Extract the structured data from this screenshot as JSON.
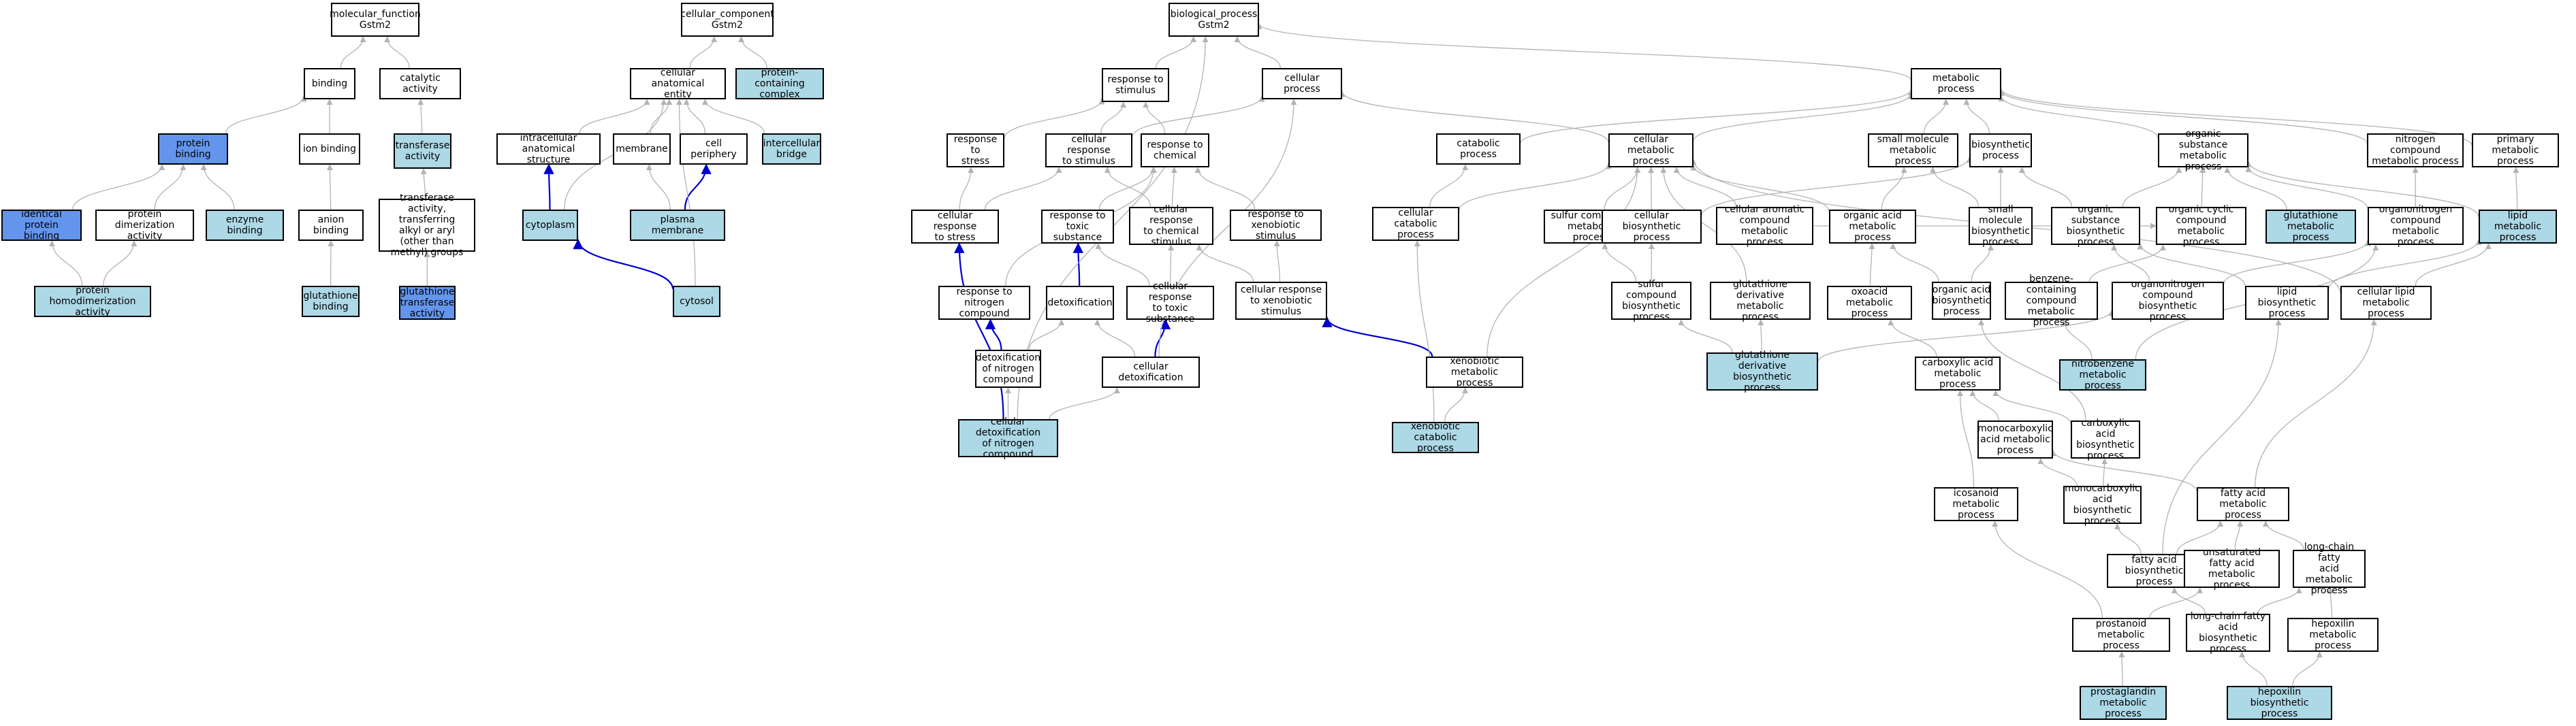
{
  "colors": {
    "plain": "#ffffff",
    "annotated": "#add8e6",
    "direct": "#6495ed",
    "edge_gray": "#b3b3b3",
    "edge_blue": "#0000cd",
    "border": "#000000"
  },
  "nodes": [
    {
      "id": "mf",
      "label": "molecular_function\nGstm2",
      "fill": "plain"
    },
    {
      "id": "binding",
      "label": "binding",
      "fill": "plain"
    },
    {
      "id": "catalytic",
      "label": "catalytic activity",
      "fill": "plain"
    },
    {
      "id": "protbind",
      "label": "protein binding",
      "fill": "direct"
    },
    {
      "id": "ionbind",
      "label": "ion binding",
      "fill": "plain"
    },
    {
      "id": "transferase",
      "label": "transferase\nactivity",
      "fill": "annotated"
    },
    {
      "id": "identical",
      "label": "identical protein\nbinding",
      "fill": "direct"
    },
    {
      "id": "protdimer",
      "label": "protein dimerization\nactivity",
      "fill": "plain"
    },
    {
      "id": "enzymebind",
      "label": "enzyme binding",
      "fill": "annotated"
    },
    {
      "id": "anionbind",
      "label": "anion binding",
      "fill": "plain"
    },
    {
      "id": "transalkyl",
      "label": "transferase\nactivity, transferring\nalkyl or aryl\n(other than\nmethyl) groups",
      "fill": "plain"
    },
    {
      "id": "homodimer",
      "label": "protein homodimerization\nactivity",
      "fill": "annotated"
    },
    {
      "id": "glutbind",
      "label": "glutathione\nbinding",
      "fill": "annotated"
    },
    {
      "id": "gst",
      "label": "glutathione\ntransferase\nactivity",
      "fill": "direct"
    },
    {
      "id": "cc",
      "label": "cellular_component\nGstm2",
      "fill": "plain"
    },
    {
      "id": "cae",
      "label": "cellular anatomical\nentity",
      "fill": "plain"
    },
    {
      "id": "protcomplex",
      "label": "protein-containing\ncomplex",
      "fill": "annotated"
    },
    {
      "id": "intracellular",
      "label": "intracellular\nanatomical structure",
      "fill": "plain"
    },
    {
      "id": "membrane",
      "label": "membrane",
      "fill": "plain"
    },
    {
      "id": "periphery",
      "label": "cell periphery",
      "fill": "plain"
    },
    {
      "id": "bridge",
      "label": "intercellular\nbridge",
      "fill": "annotated"
    },
    {
      "id": "cytoplasm",
      "label": "cytoplasm",
      "fill": "annotated"
    },
    {
      "id": "plasmamem",
      "label": "plasma membrane",
      "fill": "annotated"
    },
    {
      "id": "cytosol",
      "label": "cytosol",
      "fill": "annotated"
    },
    {
      "id": "bp",
      "label": "biological_process\nGstm2",
      "fill": "plain"
    },
    {
      "id": "respstim",
      "label": "response to\nstimulus",
      "fill": "plain"
    },
    {
      "id": "cellproc",
      "label": "cellular process",
      "fill": "plain"
    },
    {
      "id": "metab",
      "label": "metabolic process",
      "fill": "plain"
    },
    {
      "id": "respstress",
      "label": "response to\nstress",
      "fill": "plain"
    },
    {
      "id": "cellrespstim",
      "label": "cellular response\nto stimulus",
      "fill": "plain"
    },
    {
      "id": "respchem",
      "label": "response to\nchemical",
      "fill": "plain"
    },
    {
      "id": "catabolic",
      "label": "catabolic process",
      "fill": "plain"
    },
    {
      "id": "cellmetab",
      "label": "cellular metabolic\nprocess",
      "fill": "plain"
    },
    {
      "id": "smallmol",
      "label": "small molecule\nmetabolic process",
      "fill": "plain"
    },
    {
      "id": "biosynth",
      "label": "biosynthetic\nprocess",
      "fill": "plain"
    },
    {
      "id": "orgsubst",
      "label": "organic substance\nmetabolic process",
      "fill": "plain"
    },
    {
      "id": "nitrogencomp",
      "label": "nitrogen compound\nmetabolic process",
      "fill": "plain"
    },
    {
      "id": "primary",
      "label": "primary metabolic\nprocess",
      "fill": "plain"
    },
    {
      "id": "cellrespstress",
      "label": "cellular response\nto stress",
      "fill": "plain"
    },
    {
      "id": "resptoxic",
      "label": "response to\ntoxic substance",
      "fill": "plain"
    },
    {
      "id": "cellrespchem",
      "label": "cellular response\nto chemical\nstimulus",
      "fill": "plain"
    },
    {
      "id": "respxeno",
      "label": "response to\nxenobiotic stimulus",
      "fill": "plain"
    },
    {
      "id": "cellcatab",
      "label": "cellular catabolic\nprocess",
      "fill": "plain"
    },
    {
      "id": "sulfurmetab",
      "label": "sulfur compound\nmetabolic process",
      "fill": "plain"
    },
    {
      "id": "cellbiosynth",
      "label": "cellular biosynthetic\nprocess",
      "fill": "plain"
    },
    {
      "id": "cellaromatic",
      "label": "cellular aromatic\ncompound metabolic\nprocess",
      "fill": "plain"
    },
    {
      "id": "orgacid",
      "label": "organic acid\nmetabolic process",
      "fill": "plain"
    },
    {
      "id": "smallmolbio",
      "label": "small molecule\nbiosynthetic\nprocess",
      "fill": "plain"
    },
    {
      "id": "orgsubstbio",
      "label": "organic substance\nbiosynthetic\nprocess",
      "fill": "plain"
    },
    {
      "id": "orgcyclic",
      "label": "organic cyclic\ncompound metabolic\nprocess",
      "fill": "plain"
    },
    {
      "id": "glutmetab",
      "label": "glutathione\nmetabolic process",
      "fill": "annotated"
    },
    {
      "id": "organonitro",
      "label": "organonitrogen\ncompound metabolic\nprocess",
      "fill": "plain"
    },
    {
      "id": "lipidmetab",
      "label": "lipid metabolic\nprocess",
      "fill": "annotated"
    },
    {
      "id": "respnitro",
      "label": "response to\nnitrogen compound",
      "fill": "plain"
    },
    {
      "id": "detox",
      "label": "detoxification",
      "fill": "plain"
    },
    {
      "id": "cellresptoxic",
      "label": "cellular response\nto toxic substance",
      "fill": "plain"
    },
    {
      "id": "cellrespxeno",
      "label": "cellular response\nto xenobiotic\nstimulus",
      "fill": "plain"
    },
    {
      "id": "sulfurbio",
      "label": "sulfur compound\nbiosynthetic\nprocess",
      "fill": "plain"
    },
    {
      "id": "glutderivmetab",
      "label": "glutathione\nderivative metabolic\nprocess",
      "fill": "plain"
    },
    {
      "id": "oxoacid",
      "label": "oxoacid metabolic\nprocess",
      "fill": "plain"
    },
    {
      "id": "orgacidbio",
      "label": "organic acid\nbiosynthetic\nprocess",
      "fill": "plain"
    },
    {
      "id": "benzene",
      "label": "benzene-containing\ncompound metabolic\nprocess",
      "fill": "plain"
    },
    {
      "id": "organonitrobio",
      "label": "organonitrogen\ncompound biosynthetic\nprocess",
      "fill": "plain"
    },
    {
      "id": "lipidbio",
      "label": "lipid biosynthetic\nprocess",
      "fill": "plain"
    },
    {
      "id": "celllipid",
      "label": "cellular lipid\nmetabolic process",
      "fill": "plain"
    },
    {
      "id": "detoxnitro",
      "label": "detoxification\nof nitrogen\ncompound",
      "fill": "plain"
    },
    {
      "id": "celldetox",
      "label": "cellular detoxification",
      "fill": "plain"
    },
    {
      "id": "xenometab",
      "label": "xenobiotic metabolic\nprocess",
      "fill": "plain"
    },
    {
      "id": "glutderivbio",
      "label": "glutathione\nderivative biosynthetic\nprocess",
      "fill": "annotated"
    },
    {
      "id": "carboxylic",
      "label": "carboxylic acid\nmetabolic process",
      "fill": "plain"
    },
    {
      "id": "nitrobenzene",
      "label": "nitrobenzene\nmetabolic process",
      "fill": "annotated"
    },
    {
      "id": "celldetoxnitro",
      "label": "cellular detoxification\nof nitrogen\ncompound",
      "fill": "annotated"
    },
    {
      "id": "xenocatab",
      "label": "xenobiotic catabolic\nprocess",
      "fill": "annotated"
    },
    {
      "id": "monocarb",
      "label": "monocarboxylic\nacid metabolic\nprocess",
      "fill": "plain"
    },
    {
      "id": "carbbio",
      "label": "carboxylic acid\nbiosynthetic\nprocess",
      "fill": "plain"
    },
    {
      "id": "icosanoid",
      "label": "icosanoid metabolic\nprocess",
      "fill": "plain"
    },
    {
      "id": "monocarbbio",
      "label": "monocarboxylic\nacid biosynthetic\nprocess",
      "fill": "plain"
    },
    {
      "id": "fattyacid",
      "label": "fatty acid metabolic\nprocess",
      "fill": "plain"
    },
    {
      "id": "fattyacidbio",
      "label": "fatty acid biosynthetic\nprocess",
      "fill": "plain"
    },
    {
      "id": "unsatfatty",
      "label": "unsaturated\nfatty acid metabolic\nprocess",
      "fill": "plain"
    },
    {
      "id": "longchain",
      "label": "long-chain fatty\nacid metabolic\nprocess",
      "fill": "plain"
    },
    {
      "id": "prostanoid",
      "label": "prostanoid metabolic\nprocess",
      "fill": "plain"
    },
    {
      "id": "longchainbio",
      "label": "long-chain fatty\nacid biosynthetic\nprocess",
      "fill": "plain"
    },
    {
      "id": "hepoxilinmetab",
      "label": "hepoxilin metabolic\nprocess",
      "fill": "plain"
    },
    {
      "id": "prostaglandin",
      "label": "prostaglandin\nmetabolic process",
      "fill": "annotated"
    },
    {
      "id": "hepoxilinbio",
      "label": "hepoxilin biosynthetic\nprocess",
      "fill": "annotated"
    }
  ],
  "edges": [
    {
      "from": "binding",
      "to": "mf"
    },
    {
      "from": "catalytic",
      "to": "mf"
    },
    {
      "from": "protbind",
      "to": "binding"
    },
    {
      "from": "ionbind",
      "to": "binding"
    },
    {
      "from": "transferase",
      "to": "catalytic"
    },
    {
      "from": "identical",
      "to": "protbind"
    },
    {
      "from": "protdimer",
      "to": "protbind"
    },
    {
      "from": "enzymebind",
      "to": "protbind"
    },
    {
      "from": "anionbind",
      "to": "ionbind"
    },
    {
      "from": "transalkyl",
      "to": "transferase"
    },
    {
      "from": "homodimer",
      "to": "identical"
    },
    {
      "from": "homodimer",
      "to": "protdimer"
    },
    {
      "from": "glutbind",
      "to": "anionbind"
    },
    {
      "from": "gst",
      "to": "transalkyl"
    },
    {
      "from": "cae",
      "to": "cc"
    },
    {
      "from": "protcomplex",
      "to": "cc"
    },
    {
      "from": "intracellular",
      "to": "cae"
    },
    {
      "from": "membrane",
      "to": "cae"
    },
    {
      "from": "periphery",
      "to": "cae"
    },
    {
      "from": "bridge",
      "to": "cae"
    },
    {
      "from": "cytoplasm",
      "to": "intracellular",
      "color": "blue"
    },
    {
      "from": "cytoplasm",
      "to": "cae"
    },
    {
      "from": "plasmamem",
      "to": "membrane"
    },
    {
      "from": "plasmamem",
      "to": "periphery",
      "color": "blue"
    },
    {
      "from": "cytosol",
      "to": "cytoplasm",
      "color": "blue"
    },
    {
      "from": "cytosol",
      "to": "cae"
    },
    {
      "from": "respstim",
      "to": "bp"
    },
    {
      "from": "cellproc",
      "to": "bp"
    },
    {
      "from": "metab",
      "to": "bp"
    },
    {
      "from": "respstress",
      "to": "respstim"
    },
    {
      "from": "cellrespstim",
      "to": "respstim"
    },
    {
      "from": "cellrespstim",
      "to": "cellproc"
    },
    {
      "from": "respchem",
      "to": "respstim"
    },
    {
      "from": "cellmetab",
      "to": "cellproc"
    },
    {
      "from": "cellmetab",
      "to": "metab"
    },
    {
      "from": "catabolic",
      "to": "metab"
    },
    {
      "from": "smallmol",
      "to": "metab"
    },
    {
      "from": "biosynth",
      "to": "metab"
    },
    {
      "from": "orgsubst",
      "to": "metab"
    },
    {
      "from": "nitrogencomp",
      "to": "metab"
    },
    {
      "from": "primary",
      "to": "metab"
    },
    {
      "from": "cellrespstress",
      "to": "respstress"
    },
    {
      "from": "cellrespstress",
      "to": "cellrespstim"
    },
    {
      "from": "resptoxic",
      "to": "respchem"
    },
    {
      "from": "cellrespchem",
      "to": "cellrespstim"
    },
    {
      "from": "cellrespchem",
      "to": "respchem"
    },
    {
      "from": "respxeno",
      "to": "respchem"
    },
    {
      "from": "respnitro",
      "to": "respchem"
    },
    {
      "from": "detox",
      "to": "resptoxic",
      "color": "blue"
    },
    {
      "from": "cellresptoxic",
      "to": "resptoxic"
    },
    {
      "from": "cellresptoxic",
      "to": "cellrespchem"
    },
    {
      "from": "cellrespxeno",
      "to": "cellrespchem"
    },
    {
      "from": "cellrespxeno",
      "to": "respxeno"
    },
    {
      "from": "detoxnitro",
      "to": "respnitro",
      "color": "blue"
    },
    {
      "from": "detoxnitro",
      "to": "detox"
    },
    {
      "from": "celldetox",
      "to": "detox"
    },
    {
      "from": "celldetox",
      "to": "cellresptoxic",
      "color": "blue"
    },
    {
      "from": "celldetox",
      "to": "cellproc"
    },
    {
      "from": "celldetoxnitro",
      "to": "cellrespstress",
      "color": "blue"
    },
    {
      "from": "celldetoxnitro",
      "to": "detoxnitro"
    },
    {
      "from": "celldetoxnitro",
      "to": "celldetox"
    },
    {
      "from": "celldetoxnitro",
      "to": "bp"
    },
    {
      "from": "cellcatab",
      "to": "catabolic"
    },
    {
      "from": "cellcatab",
      "to": "cellmetab"
    },
    {
      "from": "sulfurmetab",
      "to": "cellmetab"
    },
    {
      "from": "cellbiosynth",
      "to": "cellmetab"
    },
    {
      "from": "cellbiosynth",
      "to": "biosynth"
    },
    {
      "from": "cellaromatic",
      "to": "cellmetab"
    },
    {
      "from": "cellaromatic",
      "to": "orgcyclic"
    },
    {
      "from": "orgacid",
      "to": "smallmol"
    },
    {
      "from": "orgacid",
      "to": "cellmetab"
    },
    {
      "from": "smallmolbio",
      "to": "smallmol"
    },
    {
      "from": "smallmolbio",
      "to": "biosynth"
    },
    {
      "from": "orgsubstbio",
      "to": "orgsubst"
    },
    {
      "from": "orgsubstbio",
      "to": "biosynth"
    },
    {
      "from": "orgcyclic",
      "to": "orgsubst"
    },
    {
      "from": "glutmetab",
      "to": "orgsubst"
    },
    {
      "from": "organonitro",
      "to": "orgsubst"
    },
    {
      "from": "organonitro",
      "to": "nitrogencomp"
    },
    {
      "from": "lipidmetab",
      "to": "primary"
    },
    {
      "from": "lipidmetab",
      "to": "orgsubst"
    },
    {
      "from": "sulfurbio",
      "to": "sulfurmetab"
    },
    {
      "from": "sulfurbio",
      "to": "cellbiosynth"
    },
    {
      "from": "glutderivmetab",
      "to": "cellmetab"
    },
    {
      "from": "oxoacid",
      "to": "orgacid"
    },
    {
      "from": "orgacidbio",
      "to": "orgacid"
    },
    {
      "from": "orgacidbio",
      "to": "smallmolbio"
    },
    {
      "from": "benzene",
      "to": "orgcyclic"
    },
    {
      "from": "organonitrobio",
      "to": "organonitro"
    },
    {
      "from": "organonitrobio",
      "to": "orgsubstbio"
    },
    {
      "from": "lipidbio",
      "to": "lipidmetab"
    },
    {
      "from": "lipidbio",
      "to": "orgsubstbio"
    },
    {
      "from": "celllipid",
      "to": "lipidmetab"
    },
    {
      "from": "celllipid",
      "to": "cellmetab"
    },
    {
      "from": "xenometab",
      "to": "cellrespxeno",
      "color": "blue"
    },
    {
      "from": "xenometab",
      "to": "cellmetab"
    },
    {
      "from": "xenocatab",
      "to": "xenometab"
    },
    {
      "from": "xenocatab",
      "to": "cellcatab"
    },
    {
      "from": "glutderivbio",
      "to": "glutderivmetab"
    },
    {
      "from": "glutderivbio",
      "to": "sulfurbio"
    },
    {
      "from": "glutderivbio",
      "to": "organonitrobio"
    },
    {
      "from": "carboxylic",
      "to": "oxoacid"
    },
    {
      "from": "nitrobenzene",
      "to": "benzene"
    },
    {
      "from": "nitrobenzene",
      "to": "organonitro"
    },
    {
      "from": "monocarb",
      "to": "carboxylic"
    },
    {
      "from": "carbbio",
      "to": "carboxylic"
    },
    {
      "from": "carbbio",
      "to": "orgacidbio"
    },
    {
      "from": "icosanoid",
      "to": "carboxylic"
    },
    {
      "from": "monocarbbio",
      "to": "monocarb"
    },
    {
      "from": "monocarbbio",
      "to": "carbbio"
    },
    {
      "from": "fattyacid",
      "to": "monocarb"
    },
    {
      "from": "fattyacid",
      "to": "celllipid"
    },
    {
      "from": "fattyacidbio",
      "to": "fattyacid"
    },
    {
      "from": "fattyacidbio",
      "to": "monocarbbio"
    },
    {
      "from": "fattyacidbio",
      "to": "lipidbio"
    },
    {
      "from": "unsatfatty",
      "to": "fattyacid"
    },
    {
      "from": "longchain",
      "to": "fattyacid"
    },
    {
      "from": "prostanoid",
      "to": "icosanoid"
    },
    {
      "from": "prostanoid",
      "to": "unsatfatty"
    },
    {
      "from": "longchainbio",
      "to": "longchain"
    },
    {
      "from": "longchainbio",
      "to": "fattyacidbio"
    },
    {
      "from": "hepoxilinmetab",
      "to": "longchain"
    },
    {
      "from": "prostaglandin",
      "to": "prostanoid"
    },
    {
      "from": "hepoxilinbio",
      "to": "hepoxilinmetab"
    },
    {
      "from": "hepoxilinbio",
      "to": "longchainbio"
    }
  ]
}
